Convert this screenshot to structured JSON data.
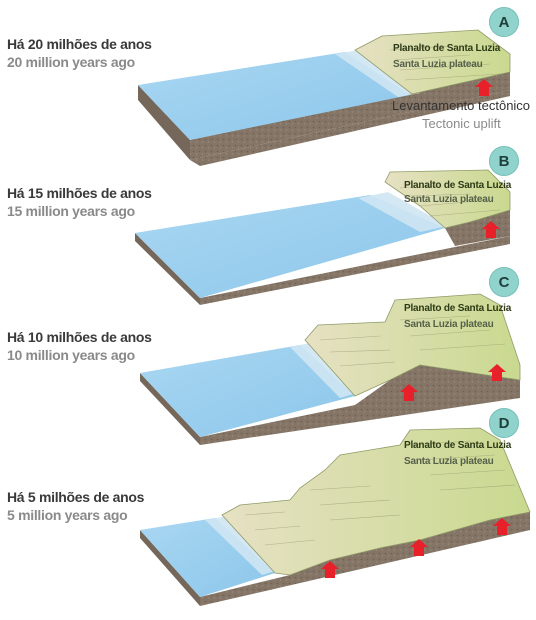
{
  "panels": [
    {
      "letter": "A",
      "time_pt": "Há 20 milhões de anos",
      "time_en": "20 million years ago",
      "plateau_pt": "Planalto de Santa Luzia",
      "plateau_en": "Santa Luzia  plateau"
    },
    {
      "letter": "B",
      "time_pt": "Há 15 milhões de anos",
      "time_en": "15 million years ago",
      "plateau_pt": "Planalto de Santa Luzia",
      "plateau_en": "Santa Luzia  plateau"
    },
    {
      "letter": "C",
      "time_pt": "Há 10 milhões de anos",
      "time_en": "10 million years ago",
      "plateau_pt": "Planalto de Santa Luzia",
      "plateau_en": "Santa Luzia  plateau"
    },
    {
      "letter": "D",
      "time_pt": "Há 5 milhões de anos",
      "time_en": "5 million years ago",
      "plateau_pt": "Planalto de Santa Luzia",
      "plateau_en": "Santa Luzia  plateau"
    }
  ],
  "uplift_pt": "Levantamento tectônico",
  "uplift_en": "Tectonic uplift",
  "colors": {
    "sea": "#9ed0ee",
    "land": "#d3dea6",
    "soil": "#8a7a6c",
    "arrow": "#e8202a",
    "badge": "#8fd3cc"
  }
}
